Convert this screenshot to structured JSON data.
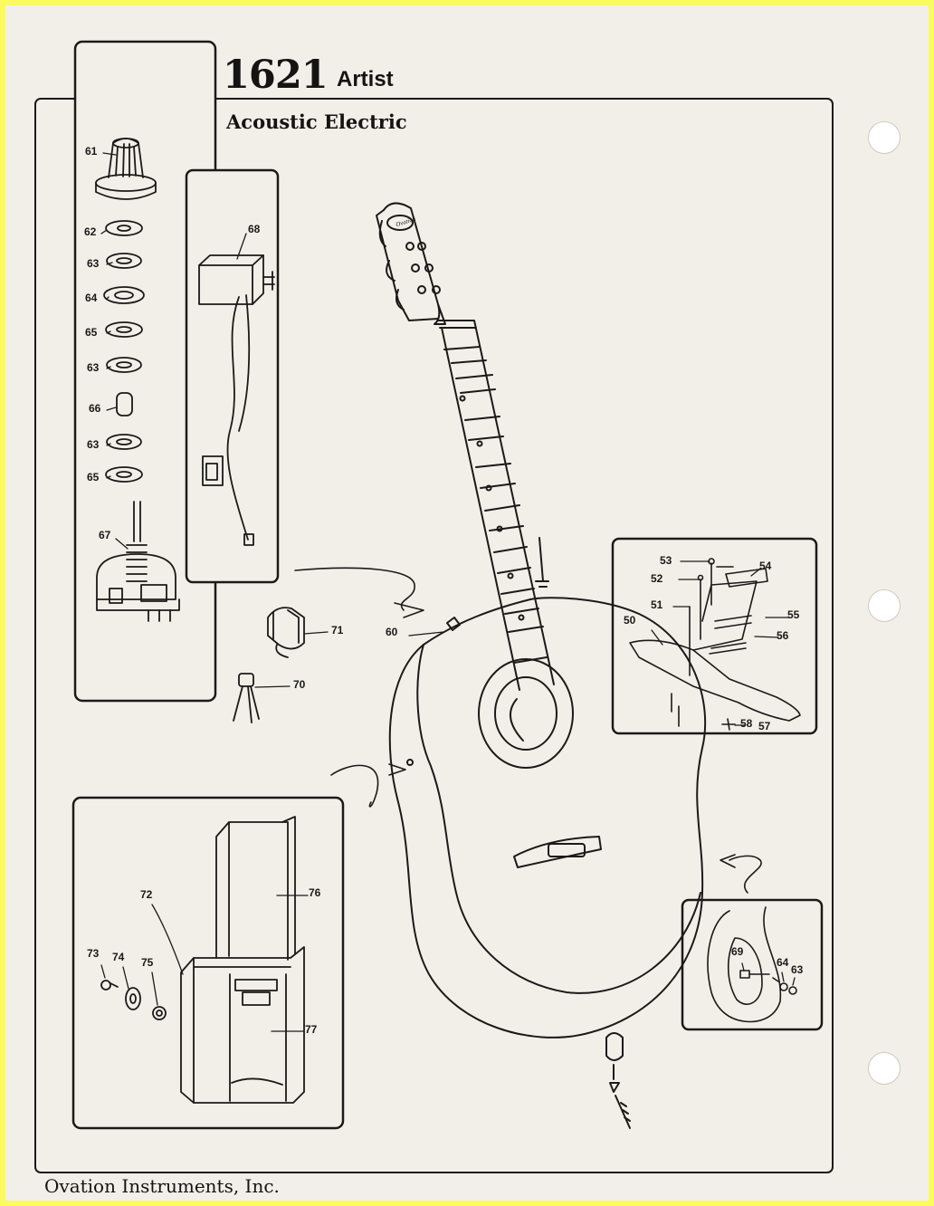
{
  "header": {
    "model_number": "1621",
    "model_name": "Artist",
    "subtitle": "Acoustic Electric"
  },
  "footer": {
    "company": "Ovation Instruments, Inc."
  },
  "headstock_logo": "Ovation",
  "callouts": {
    "c61": "61",
    "c62": "62",
    "c63a": "63",
    "c64": "64",
    "c65a": "65",
    "c63b": "63",
    "c66": "66",
    "c63c": "63",
    "c65b": "65",
    "c67": "67",
    "c68": "68",
    "c71": "71",
    "c70": "70",
    "c60": "60",
    "c53": "53",
    "c54": "54",
    "c52": "52",
    "c51": "51",
    "c50": "50",
    "c55": "55",
    "c56": "56",
    "c58": "58",
    "c57": "57",
    "c76": "76",
    "c72": "72",
    "c73": "73",
    "c74": "74",
    "c75": "75",
    "c77": "77",
    "c69": "69",
    "c64b": "64",
    "c63d": "63"
  },
  "colors": {
    "border": "#fbfa5e",
    "paper": "#f2efe9",
    "ink": "#1b1a18"
  }
}
